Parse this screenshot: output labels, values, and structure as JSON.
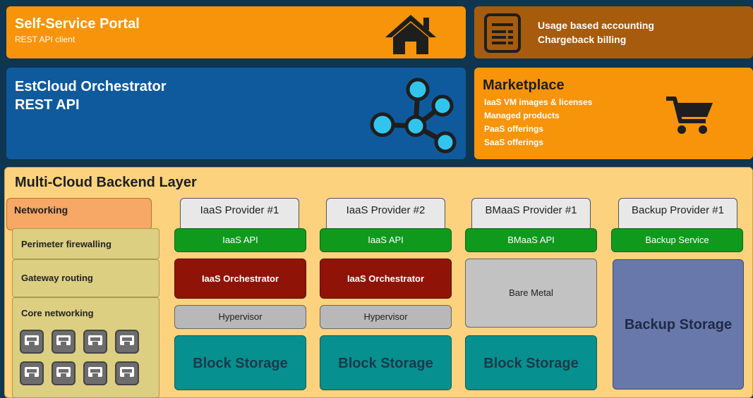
{
  "top": {
    "portal_title": "Self-Service Portal",
    "portal_sub": "REST API client",
    "billing_line1": "Usage based accounting",
    "billing_line2": "Chargeback billing"
  },
  "orchestrator": {
    "title1": "EstCloud Orchestrator",
    "title2": "REST API"
  },
  "marketplace": {
    "title": "Marketplace",
    "items": [
      "IaaS VM images & licenses",
      "Managed products",
      "PaaS offerings",
      "SaaS offerings"
    ]
  },
  "backend": {
    "title": "Multi-Cloud Backend Layer",
    "networking": {
      "header": "Networking",
      "items": [
        "Perimeter firewalling",
        "Gateway routing",
        "Core networking"
      ]
    },
    "providers": [
      {
        "name": "IaaS Provider #1",
        "api": "IaaS API",
        "orchestrator": "IaaS Orchestrator",
        "hypervisor": "Hypervisor",
        "storage": "Block Storage"
      },
      {
        "name": "IaaS Provider #2",
        "api": "IaaS API",
        "orchestrator": "IaaS Orchestrator",
        "hypervisor": "Hypervisor",
        "storage": "Block Storage"
      },
      {
        "name": "BMaaS Provider #1",
        "api": "BMaaS API",
        "middle": "Bare Metal",
        "storage": "Block Storage"
      },
      {
        "name": "Backup Provider #1",
        "api": "Backup Service",
        "storage": "Backup Storage"
      }
    ]
  },
  "icons": [
    "house-icon",
    "document-icon",
    "network-graph-icon",
    "shopping-cart-icon",
    "ethernet-port-icon"
  ],
  "colors": {
    "orange": "#f7940a",
    "brown": "#a65c0c",
    "blue": "#0f5a9c",
    "backend": "#fcd27e",
    "green_api": "#0f9a1e",
    "red_orchestrator": "#8f1407",
    "teal_storage": "#06908f",
    "backup_storage": "#6878ab"
  }
}
